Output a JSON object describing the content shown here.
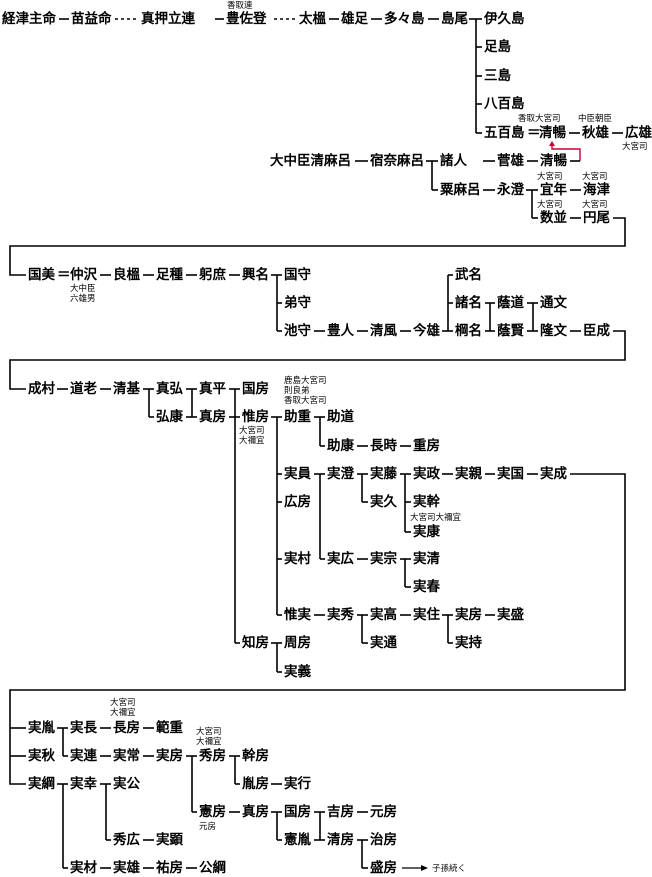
{
  "persons": [
    {
      "id": "keizushu",
      "name": "経津主命"
    },
    {
      "id": "naemasu",
      "name": "苗益命"
    },
    {
      "id": "maoshi",
      "name": "真押立連"
    },
    {
      "id": "tosa",
      "name": "豊佐登"
    },
    {
      "id": "futomoyu",
      "name": "太榲"
    },
    {
      "id": "oashi",
      "name": "雄足"
    },
    {
      "id": "tatashima",
      "name": "多々島"
    },
    {
      "id": "shimao",
      "name": "島尾"
    },
    {
      "id": "ikushima",
      "name": "伊久島"
    },
    {
      "id": "ashijima",
      "name": "足島"
    },
    {
      "id": "mishima",
      "name": "三島"
    },
    {
      "id": "yaoshima",
      "name": "八百島"
    },
    {
      "id": "ioshima",
      "name": "五百島"
    },
    {
      "id": "kiyonaga1",
      "name": "清暢"
    },
    {
      "id": "akio",
      "name": "秋雄"
    },
    {
      "id": "hiroo",
      "name": "広雄"
    },
    {
      "id": "kiyomaro",
      "name": "大中臣清麻呂"
    },
    {
      "id": "sukunamaro",
      "name": "宿奈麻呂"
    },
    {
      "id": "morohito",
      "name": "諸人"
    },
    {
      "id": "sugao",
      "name": "菅雄"
    },
    {
      "id": "kiyonaga2",
      "name": "清暢"
    },
    {
      "id": "awamaro",
      "name": "粟麻呂"
    },
    {
      "id": "nagazumi",
      "name": "永澄"
    },
    {
      "id": "yoshitoshi",
      "name": "宜年"
    },
    {
      "id": "kaitsu",
      "name": "海津"
    },
    {
      "id": "kazunami",
      "name": "数並"
    },
    {
      "id": "madoo",
      "name": "円尾"
    },
    {
      "id": "kunimi",
      "name": "国美"
    },
    {
      "id": "nakazawa",
      "name": "仲沢"
    },
    {
      "id": "yoshimoyu",
      "name": "良榲"
    },
    {
      "id": "ashitane",
      "name": "足種"
    },
    {
      "id": "isho",
      "name": "躬庶"
    },
    {
      "id": "okina",
      "name": "興名"
    },
    {
      "id": "kunimori",
      "name": "国守"
    },
    {
      "id": "otomori",
      "name": "弟守"
    },
    {
      "id": "chimori",
      "name": "池守"
    },
    {
      "id": "toyohito",
      "name": "豊人"
    },
    {
      "id": "kiyokaze",
      "name": "清風"
    },
    {
      "id": "imao",
      "name": "今雄"
    },
    {
      "id": "takena",
      "name": "武名"
    },
    {
      "id": "morona",
      "name": "諸名"
    },
    {
      "id": "tsugina",
      "name": "棡名"
    },
    {
      "id": "ominori",
      "name": "蔭道"
    },
    {
      "id": "okata",
      "name": "蔭賢"
    },
    {
      "id": "michifumi",
      "name": "通文"
    },
    {
      "id": "takafumi",
      "name": "隆文"
    },
    {
      "id": "omnari",
      "name": "臣成"
    },
    {
      "id": "narimura",
      "name": "成村"
    },
    {
      "id": "michioi",
      "name": "道老"
    },
    {
      "id": "kiyomoto",
      "name": "清基"
    },
    {
      "id": "mahiro",
      "name": "真弘"
    },
    {
      "id": "mahira",
      "name": "真平"
    },
    {
      "id": "hiroyasu",
      "name": "弘康"
    },
    {
      "id": "mafusa",
      "name": "真房"
    },
    {
      "id": "kunifusa",
      "name": "国房"
    },
    {
      "id": "korefusa",
      "name": "惟房"
    },
    {
      "id": "sukeshige",
      "name": "助重"
    },
    {
      "id": "sukemichi",
      "name": "助道"
    },
    {
      "id": "sukeyasu",
      "name": "助康"
    },
    {
      "id": "nagatoki",
      "name": "長時"
    },
    {
      "id": "shigefusa",
      "name": "重房"
    },
    {
      "id": "sanekazu",
      "name": "実員"
    },
    {
      "id": "sanezumi",
      "name": "実澄"
    },
    {
      "id": "sanefuji",
      "name": "実藤"
    },
    {
      "id": "sanemasa",
      "name": "実政"
    },
    {
      "id": "sanechika",
      "name": "実親"
    },
    {
      "id": "sanekuni1",
      "name": "実国"
    },
    {
      "id": "sanenari",
      "name": "実成"
    },
    {
      "id": "hirofusa",
      "name": "広房"
    },
    {
      "id": "sanehisa",
      "name": "実久"
    },
    {
      "id": "sanemoto",
      "name": "実幹"
    },
    {
      "id": "saneyasu",
      "name": "実康"
    },
    {
      "id": "sanemura",
      "name": "実村"
    },
    {
      "id": "sanehiro",
      "name": "実広"
    },
    {
      "id": "sanemune",
      "name": "実宗"
    },
    {
      "id": "sanekiyo",
      "name": "実清"
    },
    {
      "id": "saneharu",
      "name": "実春"
    },
    {
      "id": "koresane",
      "name": "惟実"
    },
    {
      "id": "sanehide",
      "name": "実秀"
    },
    {
      "id": "sanetaka",
      "name": "実高"
    },
    {
      "id": "sanezumi2",
      "name": "実住"
    },
    {
      "id": "sanefusa1",
      "name": "実房"
    },
    {
      "id": "sanemori",
      "name": "実盛"
    },
    {
      "id": "sanemitsu",
      "name": "実通"
    },
    {
      "id": "sanemochi",
      "name": "実持"
    },
    {
      "id": "tomofusa",
      "name": "知房"
    },
    {
      "id": "chikafusa",
      "name": "周房"
    },
    {
      "id": "saneyoshi",
      "name": "実義"
    },
    {
      "id": "saneo",
      "name": "実胤"
    },
    {
      "id": "sanenaga",
      "name": "実長"
    },
    {
      "id": "nagafusa",
      "name": "長房"
    },
    {
      "id": "norishige",
      "name": "範重"
    },
    {
      "id": "saneaki",
      "name": "実秋"
    },
    {
      "id": "sanetsura",
      "name": "実連"
    },
    {
      "id": "sanetsune",
      "name": "実常"
    },
    {
      "id": "sanefusa2",
      "name": "実房"
    },
    {
      "id": "hidefusa",
      "name": "秀房"
    },
    {
      "id": "motofusa",
      "name": "幹房"
    },
    {
      "id": "tanefusa",
      "name": "胤房"
    },
    {
      "id": "saneyuki",
      "name": "実行"
    },
    {
      "id": "sanetsuna",
      "name": "実綱"
    },
    {
      "id": "sanesachi",
      "name": "実幸"
    },
    {
      "id": "sanekimi",
      "name": "実公"
    },
    {
      "id": "norifusa",
      "name": "憲房"
    },
    {
      "id": "mafusa2",
      "name": "真房"
    },
    {
      "id": "kunifusa2",
      "name": "国房"
    },
    {
      "id": "yoshifusa",
      "name": "吉房"
    },
    {
      "id": "motofusa2",
      "name": "元房"
    },
    {
      "id": "hidehiro",
      "name": "秀広"
    },
    {
      "id": "saneaki2",
      "name": "実顕"
    },
    {
      "id": "noritane",
      "name": "憲胤"
    },
    {
      "id": "kiyofusa",
      "name": "清房"
    },
    {
      "id": "harufusa",
      "name": "治房"
    },
    {
      "id": "sanemoto2",
      "name": "実材"
    },
    {
      "id": "saneo2",
      "name": "実雄"
    },
    {
      "id": "sukefusa",
      "name": "祐房"
    },
    {
      "id": "kintsuna",
      "name": "公綱"
    },
    {
      "id": "morifusa",
      "name": "盛房"
    }
  ],
  "annotations": [
    {
      "id": "a_tosa",
      "text": "香取連"
    },
    {
      "id": "a_kiyonaga1",
      "text": "香取大宮司"
    },
    {
      "id": "a_akio",
      "text": "中臣朝臣"
    },
    {
      "id": "a_hiroo",
      "text": "大宮司"
    },
    {
      "id": "a_yoshitoshi",
      "text": "大宮司"
    },
    {
      "id": "a_kaitsu",
      "text": "大宮司"
    },
    {
      "id": "a_kazunami",
      "text": "大宮司"
    },
    {
      "id": "a_madoo",
      "text": "大宮司"
    },
    {
      "id": "a_nakazawa1",
      "text": "大中臣"
    },
    {
      "id": "a_nakazawa2",
      "text": "六雄男"
    },
    {
      "id": "a_kashima1",
      "text": "鹿島大宮司"
    },
    {
      "id": "a_kashima2",
      "text": "則良弟"
    },
    {
      "id": "a_kashima3",
      "text": "香取大宮司"
    },
    {
      "id": "a_korefusa1",
      "text": "大宮司"
    },
    {
      "id": "a_korefusa2",
      "text": "大禰宜"
    },
    {
      "id": "a_saneyasu",
      "text": "大宮司大禰宜"
    },
    {
      "id": "a_nagafusa1",
      "text": "大宮司"
    },
    {
      "id": "a_nagafusa2",
      "text": "大禰宜"
    },
    {
      "id": "a_hidefusa1",
      "text": "大宮司"
    },
    {
      "id": "a_hidefusa2",
      "text": "大禰宜"
    },
    {
      "id": "a_norifusa",
      "text": "元房"
    }
  ],
  "connector_marks": {
    "equals": "＝"
  },
  "footer": {
    "continued": "子孫続く"
  },
  "colors": {
    "line": "#000000",
    "cross_link": "#cc0033",
    "text": "#000000",
    "background": "#ffffff"
  }
}
